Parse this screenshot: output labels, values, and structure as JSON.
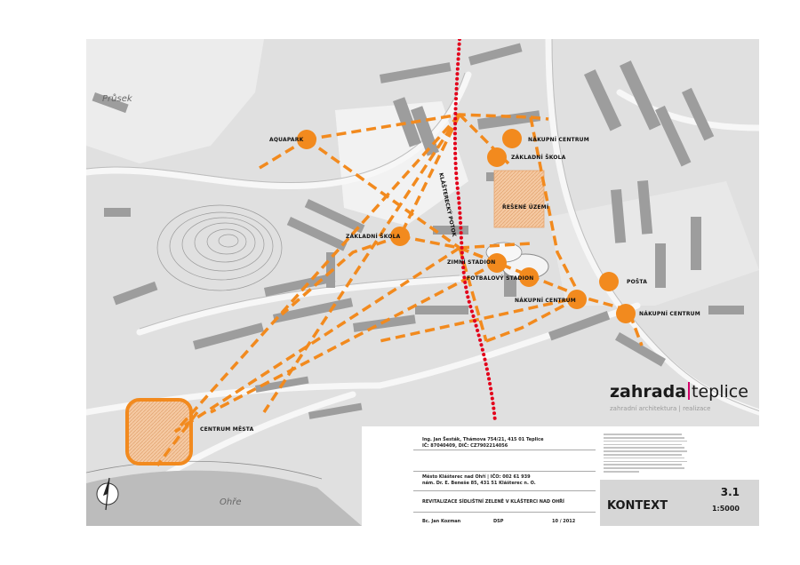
{
  "labels": {
    "aquapark": "AQUAPARK",
    "nakupni_centrum_1": "NÁKUPNÍ CENTRUM",
    "zakladni_skola_1": "ZÁKLADNÍ ŠKOLA",
    "reseni_uzemi": "ŘEŠENÉ ÚZEMÍ",
    "zakladni_skola_2": "ZÁKLADNÍ ŠKOLA",
    "zimni_stadion": "ZIMNÍ STADION",
    "fotbalovy_stadion": "FOTBALOVÝ STADION",
    "nakupni_centrum_2": "NÁKUPNÍ CENTRUM",
    "posta": "POŠTA",
    "nakupni_centrum_3": "NÁKUPNÍ CENTRUM",
    "centrum_mesta": "CENTRUM MĚSTA",
    "potok": "KLÁŠTERECKÝ POTOK"
  },
  "places": {
    "prusek": "Průsek",
    "ohre": "Ohře"
  },
  "logo": {
    "a": "zahrada",
    "b": "teplice",
    "sub": "zahradní architektura | realizace"
  },
  "titleblock": {
    "author_name": "Ing. Jan Šesták, Thámova 754/21, 415 01 Teplice",
    "author_ids": "IČ: 87040409, DIČ: CZ7902214056",
    "client_name": "Město Klášterec nad Ohří | IČO: 002 61 939",
    "client_addr": "nám. Dr. E. Beneše 85, 431 51 Klášterec n. O.",
    "project": "REVITALIZACE SÍDLIŠTNÍ ZELENĚ V KLÁŠTERCI NAD OHŘÍ",
    "drawn_by": "Bc. Jan Kozman",
    "stage": "DSP",
    "date": "10 / 2012",
    "sheet_title": "KONTEXT",
    "sheet_number": "3.1",
    "scale": "1:5000"
  },
  "colors": {
    "route": "#f28a1e",
    "stream": "#e3001b",
    "poi": "#f28a1e",
    "logo_accent": "#d4006a"
  }
}
